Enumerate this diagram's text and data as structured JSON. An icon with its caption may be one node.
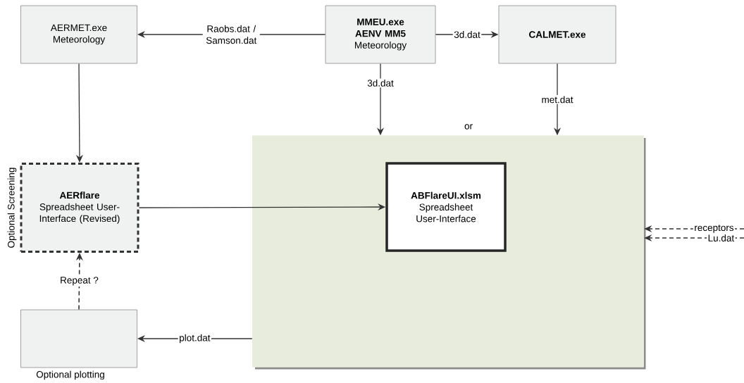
{
  "diagram": {
    "nodes": [
      {
        "text": [
          "AERMET.exe Meteorology"
        ]
      },
      {
        "text": [
          "MMEU.exe AENV MM5",
          "Meteorology"
        ]
      },
      {
        "text": [
          "CALMET.exe"
        ]
      },
      {
        "text": [
          "AERflare",
          "Spreadsheet User-Interface (Revised)"
        ],
        "beside": [
          "Optional Screening"
        ]
      },
      {
        "text": [],
        "shape": "box"
      },
      {
        "text": [
          "ABFlareUI.xlsm",
          "Spreadsheet User-Interface"
        ],
        "in": 4
      },
      {
        "text": [],
        "shape": "box",
        "beside": [
          "Optional plotting"
        ]
      }
    ],
    "edges": [
      {
        "from": 1,
        "to": 0,
        "arrow": "to",
        "label": "Raobs.dat / Samson.dat"
      },
      {
        "from": 1,
        "to": 2,
        "arrow": "to",
        "label": "3d.dat"
      },
      {
        "from": 0,
        "to": 3,
        "arrow": "to"
      },
      {
        "from": 1,
        "to": 4,
        "arrow": "to",
        "label": "3d.dat"
      },
      {
        "from": 2,
        "to": 4,
        "arrow": "to",
        "label": "met.dat"
      },
      {
        "from": 3,
        "to": 5,
        "arrow": "to"
      },
      {
        "from": 6,
        "to": 3,
        "arrow": "to",
        "label": "Repeat ?",
        "style": "dashed"
      },
      {
        "from": 4,
        "to": 6,
        "arrow": "to",
        "label": "plot.dat"
      },
      {
        "from": null,
        "to": 4,
        "arrow": "to",
        "label": "receptors",
        "style": "dashed"
      },
      {
        "from": null,
        "to": 4,
        "arrow": "to",
        "label": "Lu.dat",
        "style": "dashed"
      }
    ],
    "labels": [
      "or"
    ]
  }
}
